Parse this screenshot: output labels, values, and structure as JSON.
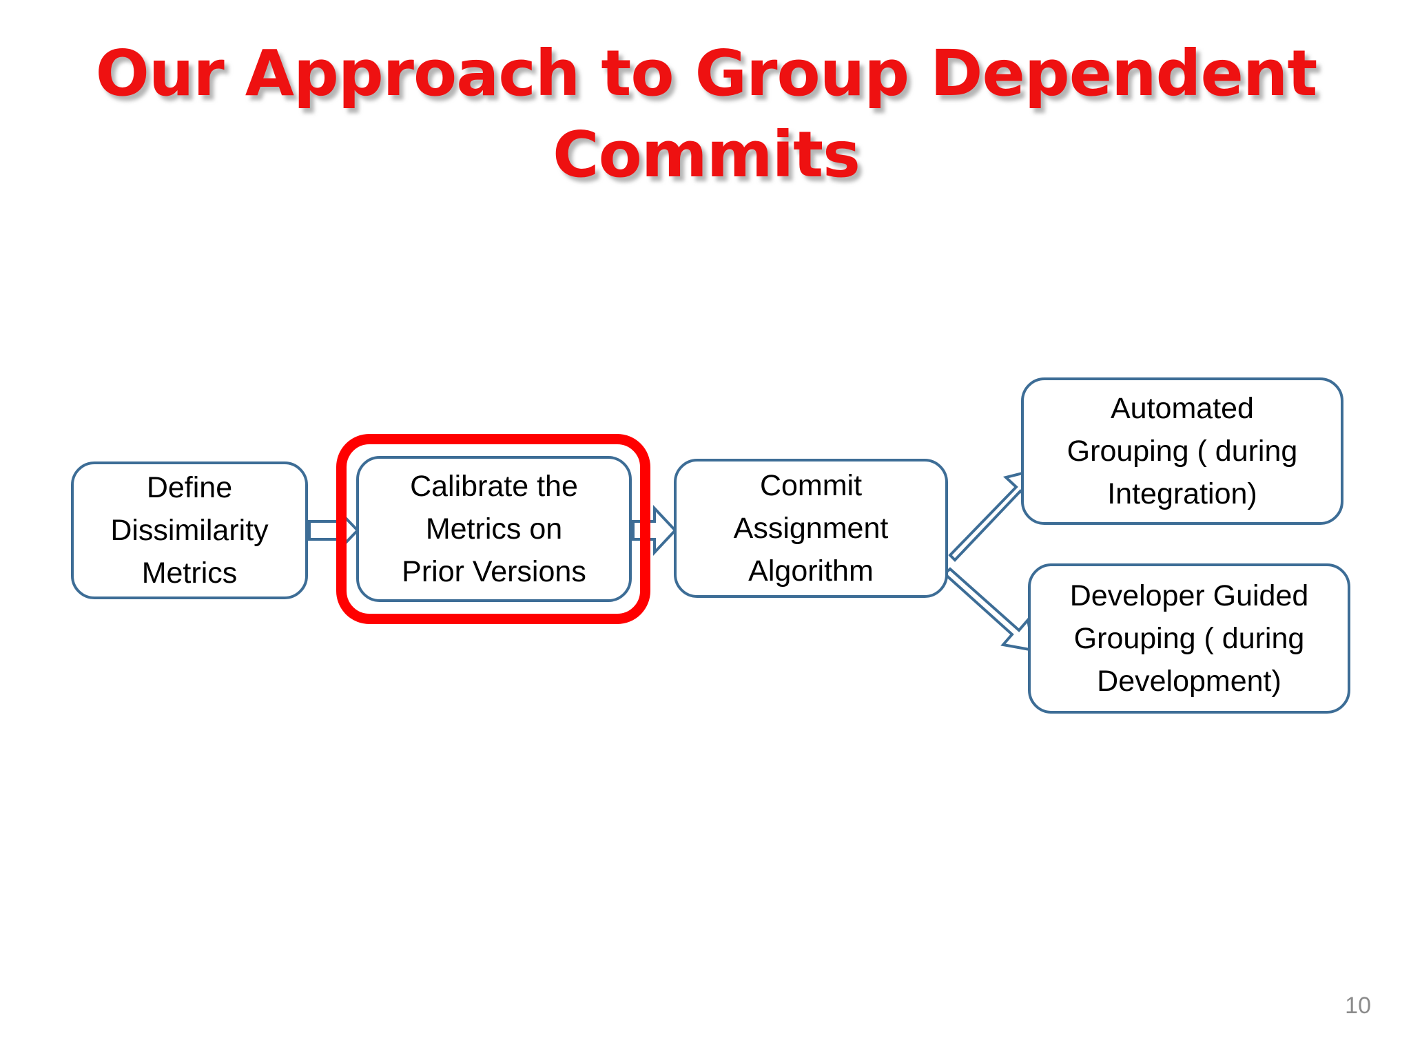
{
  "slide": {
    "title": "Our Approach to Group Dependent\nCommits",
    "title_color": "#ee1111",
    "page_number": "10",
    "background_color": "#ffffff"
  },
  "diagram": {
    "box_border_color": "#3d6d96",
    "highlight_color": "#ff0000",
    "arrow_color": "#3d6d96",
    "nodes": [
      {
        "id": "define",
        "label": "Define\nDissimilarity\nMetrics",
        "highlighted": false
      },
      {
        "id": "calibrate",
        "label": "Calibrate the\nMetrics on\nPrior Versions",
        "highlighted": true
      },
      {
        "id": "commit",
        "label": "Commit\nAssignment\nAlgorithm",
        "highlighted": false
      },
      {
        "id": "automated",
        "label": "Automated\nGrouping ( during\nIntegration)",
        "highlighted": false
      },
      {
        "id": "developer",
        "label": "Developer Guided\nGrouping ( during\nDevelopment)",
        "highlighted": false
      }
    ],
    "edges": [
      {
        "id": "edge-define-calibrate",
        "from": "define",
        "to": "calibrate",
        "style": "block-arrow-right"
      },
      {
        "id": "edge-calibrate-commit",
        "from": "calibrate",
        "to": "commit",
        "style": "block-arrow-right"
      },
      {
        "id": "edge-commit-automated",
        "from": "commit",
        "to": "automated",
        "style": "block-arrow-diagonal-up"
      },
      {
        "id": "edge-commit-developer",
        "from": "commit",
        "to": "developer",
        "style": "block-arrow-diagonal-down"
      }
    ]
  }
}
